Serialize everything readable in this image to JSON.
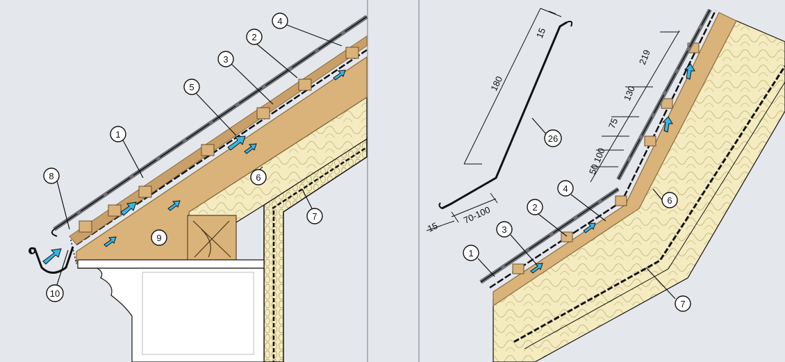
{
  "colors": {
    "background": "#e4e7ec",
    "panel_divider": "#aeb2b8",
    "timber": "#d9b37a",
    "timber_dark": "#c69b5e",
    "batten": "#caa06a",
    "insulation": "#f4ecc0",
    "insulation_stroke": "#c9bb86",
    "membrane": "#111111",
    "metal_sheet": "#6e7276",
    "airflow_arrow": "#38b6e4",
    "wall_face": "#ffffff"
  },
  "left_detail": {
    "callouts": [
      {
        "id": "l1",
        "label": "1"
      },
      {
        "id": "l2",
        "label": "2"
      },
      {
        "id": "l3",
        "label": "3"
      },
      {
        "id": "l4",
        "label": "4"
      },
      {
        "id": "l5",
        "label": "5"
      },
      {
        "id": "l6",
        "label": "6"
      },
      {
        "id": "l7",
        "label": "7"
      },
      {
        "id": "l8",
        "label": "8"
      },
      {
        "id": "l9",
        "label": "9"
      },
      {
        "id": "l10",
        "label": "10"
      }
    ]
  },
  "right_detail": {
    "callouts": [
      {
        "id": "r1",
        "label": "1"
      },
      {
        "id": "r2",
        "label": "2"
      },
      {
        "id": "r3",
        "label": "3"
      },
      {
        "id": "r4",
        "label": "4"
      },
      {
        "id": "r6",
        "label": "6"
      },
      {
        "id": "r7",
        "label": "7"
      },
      {
        "id": "r26",
        "label": "26"
      }
    ],
    "dimensions": {
      "d15_top": "15",
      "d180": "180",
      "d15_bottom": "15",
      "d70_100": "70-100",
      "d219": "219",
      "d130": "130",
      "d75": "75",
      "d50_100": "50 100"
    }
  }
}
